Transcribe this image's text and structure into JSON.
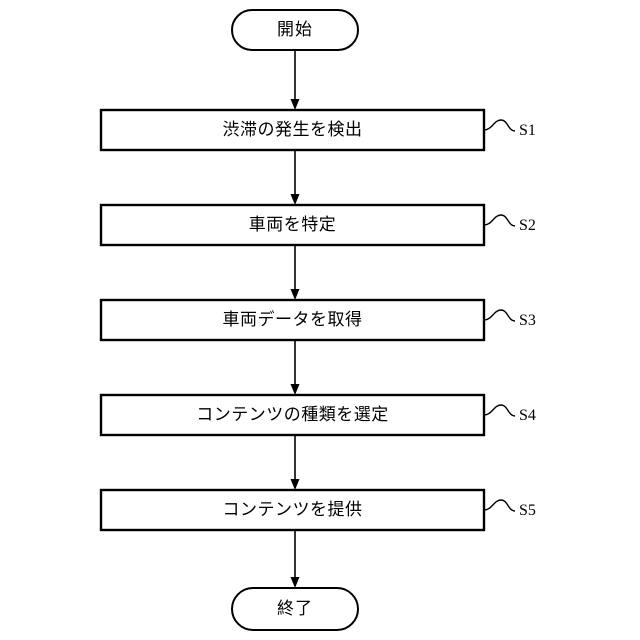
{
  "diagram": {
    "title": "",
    "type": "flowchart",
    "background_color": "#ffffff",
    "stroke_color": "#000000",
    "start": {
      "label": "開始",
      "shape": "terminal"
    },
    "end": {
      "label": "終了",
      "shape": "terminal"
    },
    "steps": [
      {
        "label": "渋滞の発生を検出",
        "step_id": "S1",
        "shape": "process"
      },
      {
        "label": "車両を特定",
        "step_id": "S2",
        "shape": "process"
      },
      {
        "label": "車両データを取得",
        "step_id": "S3",
        "shape": "process"
      },
      {
        "label": "コンテンツの種類を選定",
        "step_id": "S4",
        "shape": "process"
      },
      {
        "label": "コンテンツを提供",
        "step_id": "S5",
        "shape": "process"
      }
    ],
    "connectors": {
      "arrow_style": "solid-line-filled-triangle",
      "leader_style": "squiggle"
    }
  }
}
